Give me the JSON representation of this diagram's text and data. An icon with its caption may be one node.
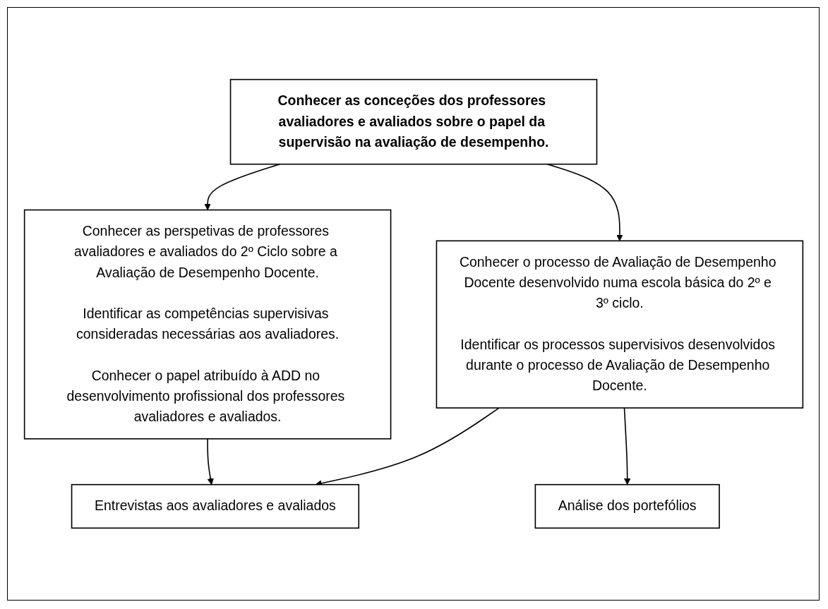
{
  "diagram": {
    "nodes": [
      {
        "text": [
          "Conhecer as conceções dos professores avaliadores e avaliados sobre o papel da supervisão na avaliação de desempenho."
        ]
      },
      {
        "text": [
          "Conhecer as perspetivas de professores avaliadores e avaliados do 2º Ciclo sobre a Avaliação de Desempenho Docente.",
          "Identificar as competências supervisivas consideradas necessárias aos avaliadores.",
          "Conhecer o papel atribuído à ADD no desenvolvimento profissional dos professores avaliadores e avaliados."
        ]
      },
      {
        "text": [
          "Conhecer o processo de Avaliação de Desempenho Docente desenvolvido numa escola básica do 2º e 3º ciclo.",
          "Identificar os processos supervisivos desenvolvidos durante o processo de Avaliação de Desempenho Docente."
        ]
      },
      {
        "text": [
          "Entrevistas aos avaliadores e avaliados"
        ]
      },
      {
        "text": [
          "Análise dos portefólios"
        ]
      }
    ],
    "edges": [
      {
        "from": 0,
        "to": 1,
        "arrow": "to"
      },
      {
        "from": 0,
        "to": 2,
        "arrow": "to"
      },
      {
        "from": 1,
        "to": 3,
        "arrow": "to"
      },
      {
        "from": 2,
        "to": 3,
        "arrow": "to"
      },
      {
        "from": 2,
        "to": 4,
        "arrow": "to"
      }
    ]
  }
}
